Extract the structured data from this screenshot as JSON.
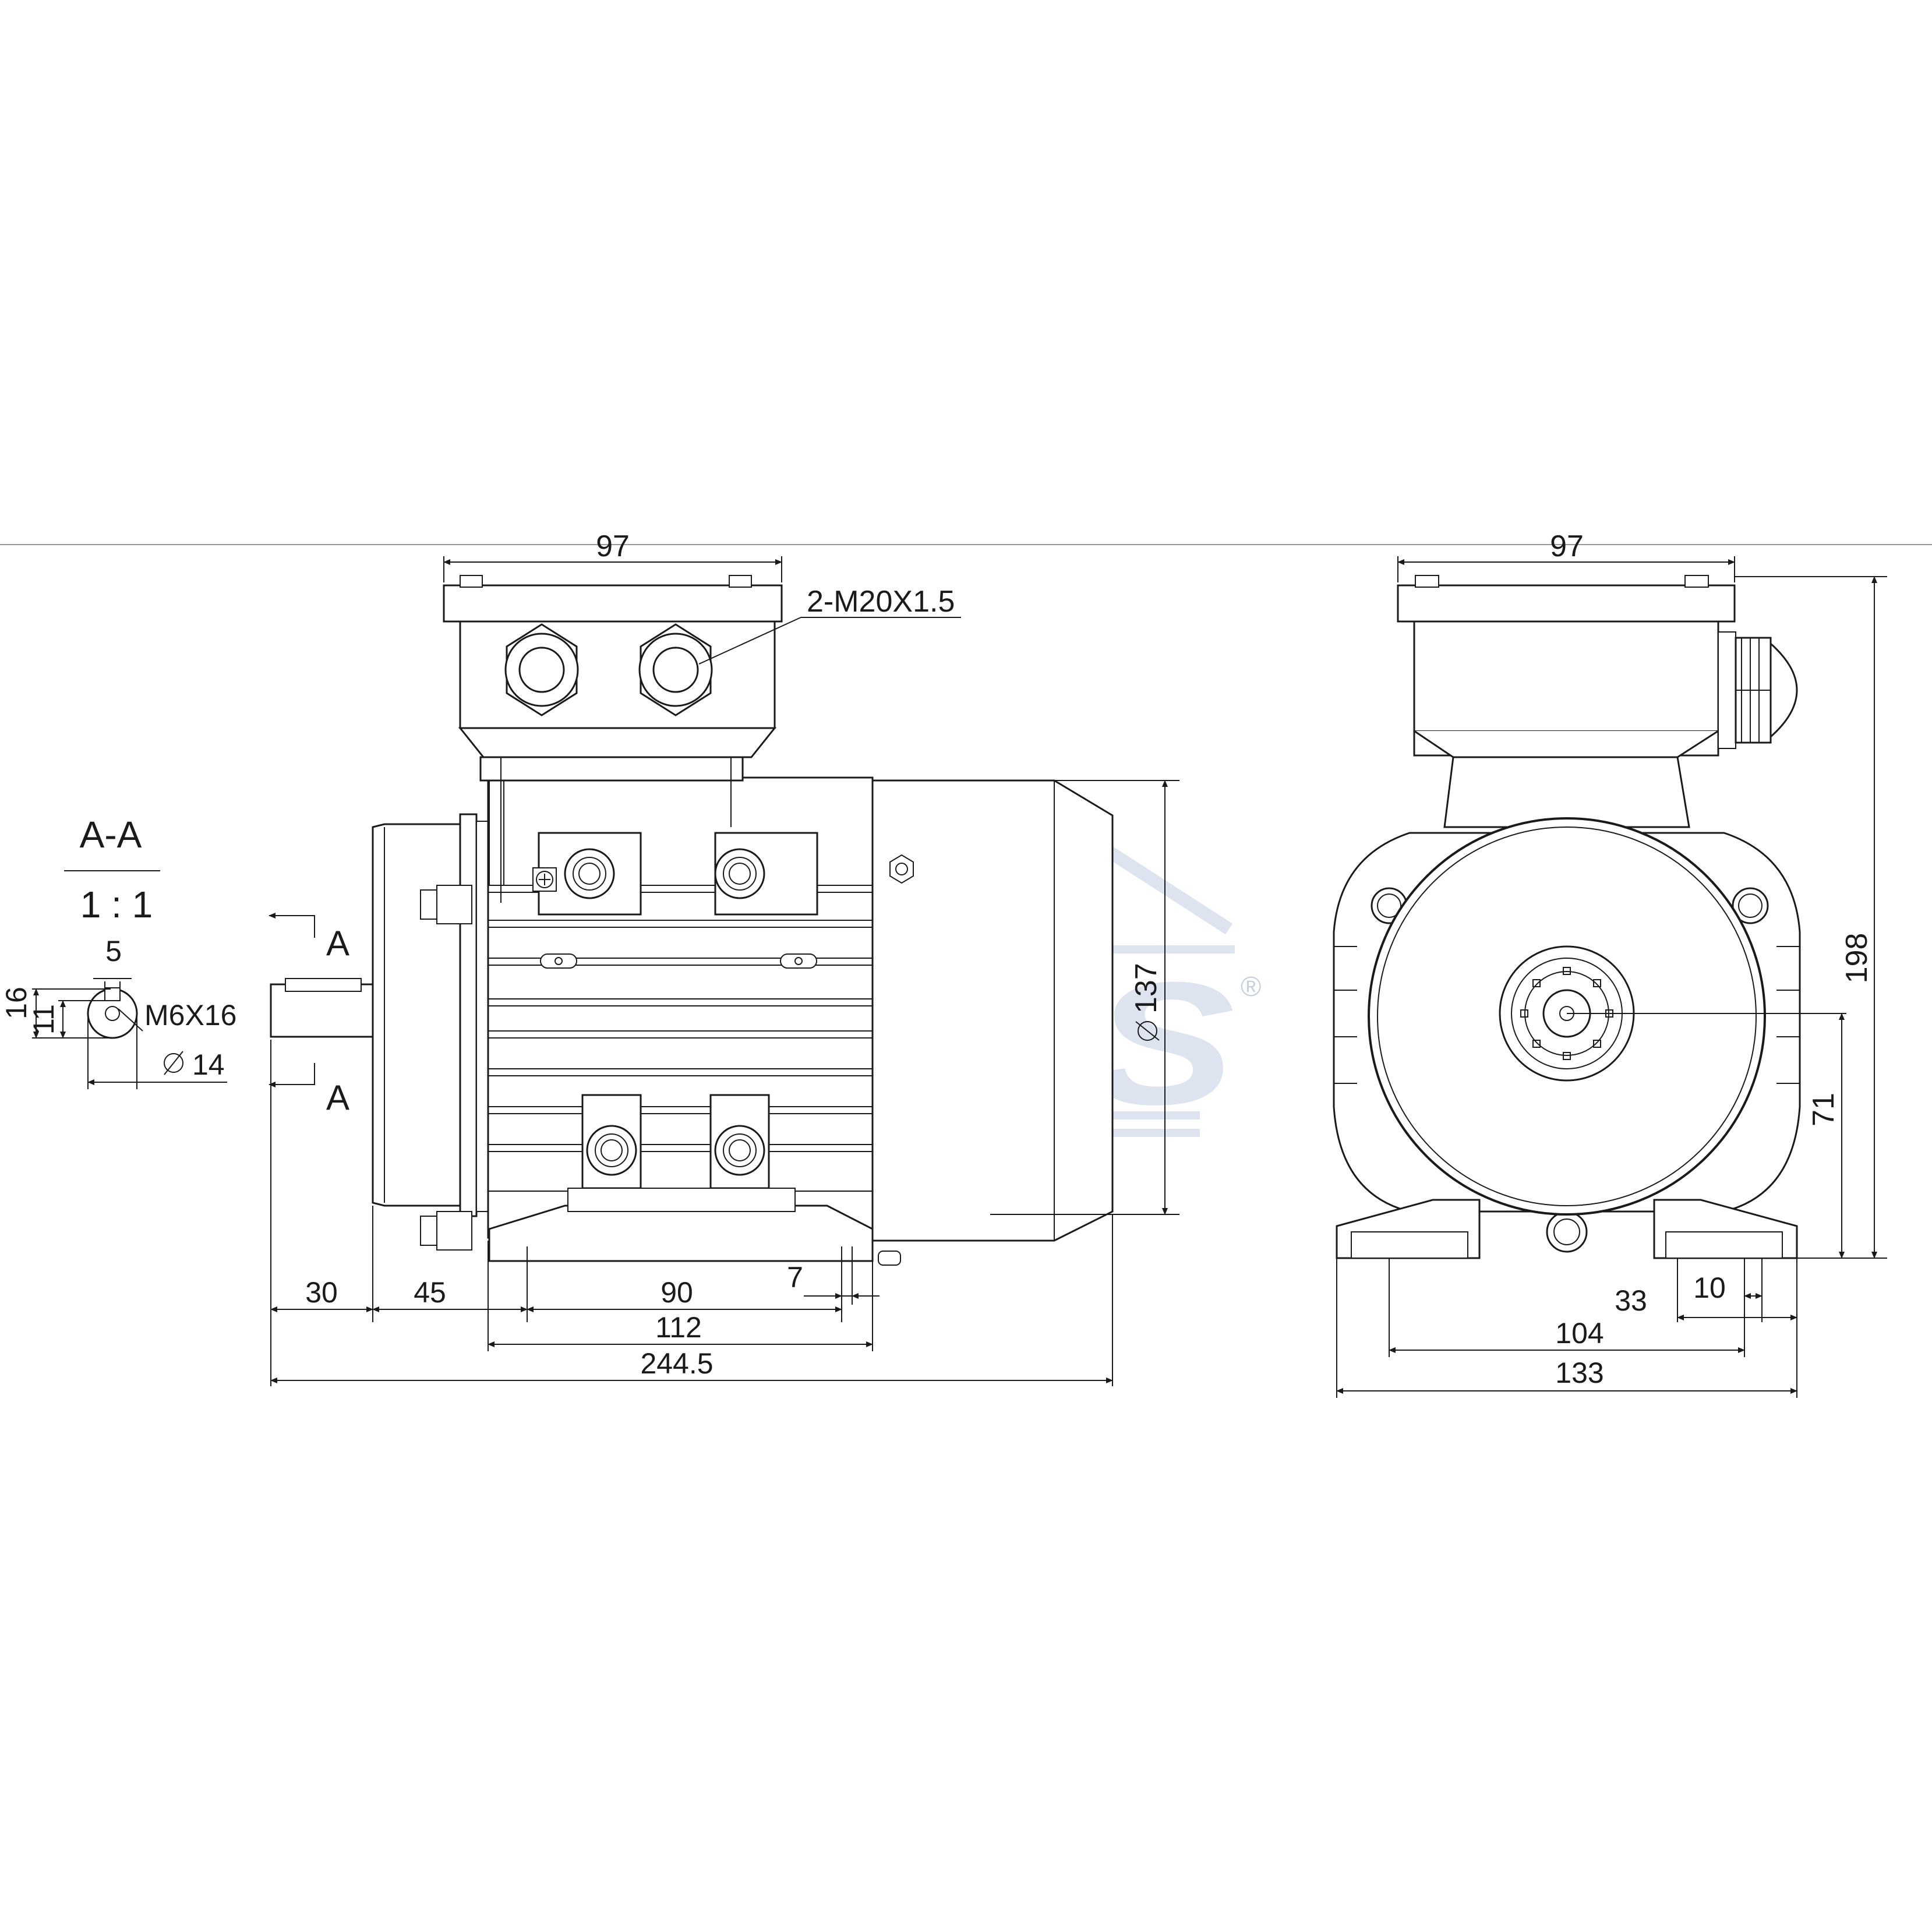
{
  "section": {
    "title": "A-A",
    "scale": "1 : 1",
    "key_width": "5",
    "thread": "M6X16",
    "height_16": "16",
    "height_11": "11",
    "diameter": "14"
  },
  "cut_marks": {
    "upper": "A",
    "lower": "A"
  },
  "side_view": {
    "box_width": "97",
    "glands": "2-M20X1.5",
    "diameter_137": "137",
    "dim_30": "30",
    "dim_45": "45",
    "dim_90": "90",
    "dim_7": "7",
    "dim_112": "112",
    "dim_total": "244.5"
  },
  "end_view": {
    "box_width": "97",
    "height_198": "198",
    "shaft_height": "71",
    "dim_33": "33",
    "dim_10": "10",
    "dim_104": "104",
    "dim_133": "133"
  },
  "logo": {
    "text": "IRBIS",
    "mark": "®",
    "color": "#dde4ef"
  },
  "colors": {
    "line": "#1a1a1a",
    "background": "#ffffff"
  }
}
